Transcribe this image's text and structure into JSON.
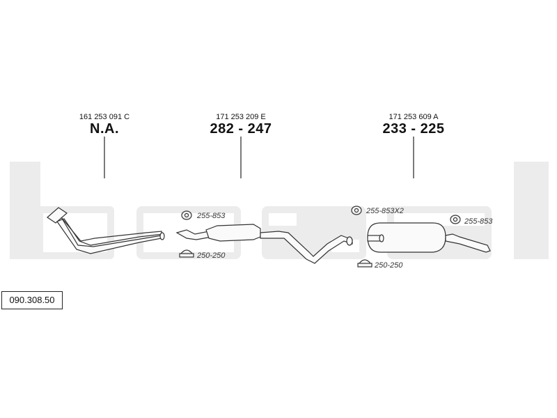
{
  "brand_watermark": "bosal",
  "catalog_code": "090.308.50",
  "parts": [
    {
      "oem": "161 253 091 C",
      "number": "N.A."
    },
    {
      "oem": "171 253 209 E",
      "number": "282 - 247"
    },
    {
      "oem": "171 253 609 A",
      "number": "233 - 225"
    }
  ],
  "fittings": [
    {
      "code": "255-853",
      "icon": "gasket-icon"
    },
    {
      "code": "250-250",
      "icon": "clamp-icon"
    },
    {
      "code": "255-853X2",
      "icon": "gasket-icon"
    },
    {
      "code": "255-853",
      "icon": "gasket-icon"
    },
    {
      "code": "250-250",
      "icon": "clamp-icon"
    }
  ]
}
